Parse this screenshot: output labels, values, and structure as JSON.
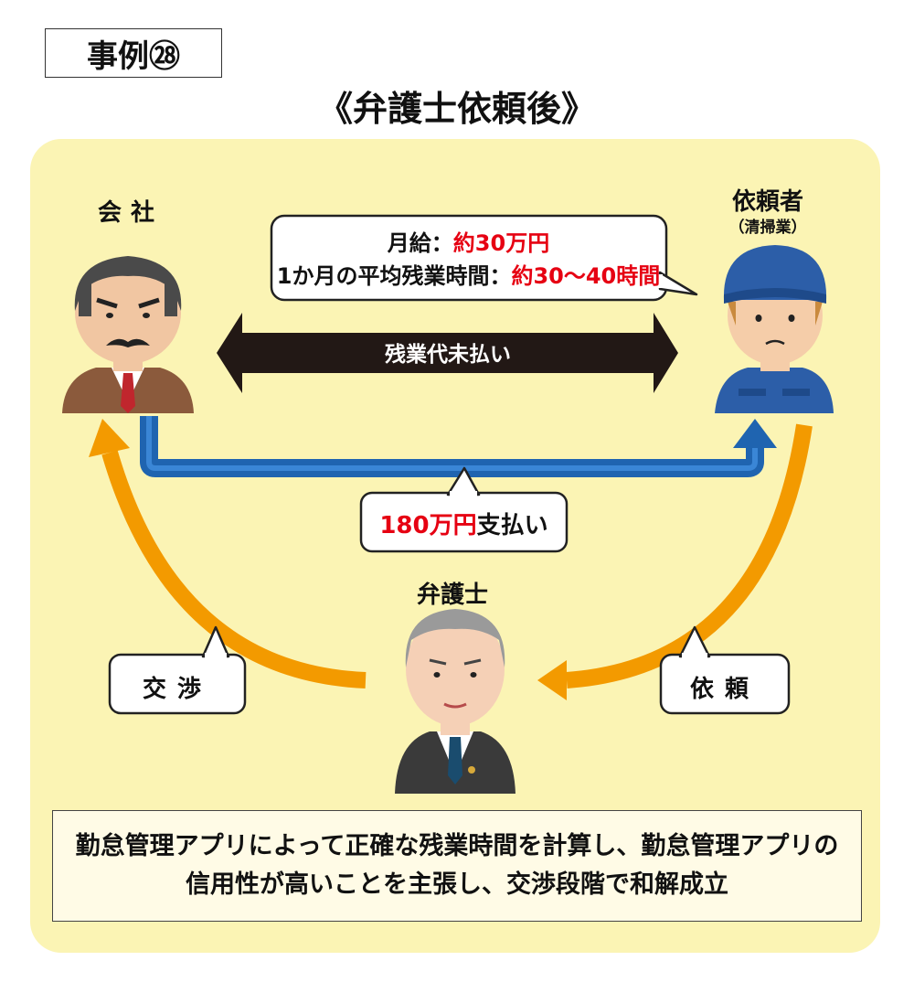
{
  "case_label": "事例㉘",
  "title": "《弁護士依頼後》",
  "company": {
    "label": "会社"
  },
  "client": {
    "label": "依頼者",
    "sub_label": "（清掃業）"
  },
  "lawyer": {
    "label": "弁護士"
  },
  "info_bubble": {
    "line1_label": "月給：",
    "line1_value": "約30万円",
    "line2_label": "1か月の平均残業時間：",
    "line2_value": "約30～40時間"
  },
  "unpaid_arrow": {
    "label": "残業代未払い"
  },
  "payment_bubble": {
    "amount": "180万円",
    "label": "支払い"
  },
  "negotiation_bubble": {
    "label": "交渉"
  },
  "request_bubble": {
    "label": "依頼"
  },
  "conclusion": {
    "text": "勤怠管理アプリによって正確な残業時間を計算し、勤怠管理アプリの信用性が高いことを主張し、交渉段階で和解成立"
  },
  "colors": {
    "background": "#fbf4b4",
    "blue_arrow": "#1f64b0",
    "orange_arrow": "#f39a00",
    "dark_arrow": "#221815",
    "highlight": "#e60012"
  }
}
